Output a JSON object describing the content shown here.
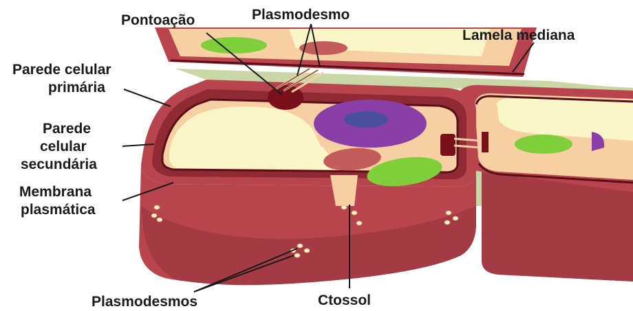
{
  "labels": {
    "pontoacao": "Pontoação",
    "plasmodesmo": "Plasmodesmo",
    "lamela_mediana": "Lamela mediana",
    "parede_primaria_1": "Parede celular",
    "parede_primaria_2": "primária",
    "parede_secundaria_1": "Parede",
    "parede_secundaria_2": "celular",
    "parede_secundaria_3": "secundária",
    "membrana_1": "Membrana",
    "membrana_2": "plasmática",
    "plasmodesmos": "Plasmodesmos",
    "citosol": "Ctossol"
  },
  "colors": {
    "wall": "#b8454e",
    "wall_dark": "#8f2a34",
    "wall_shadow": "#a43a43",
    "membrane": "#5a0f18",
    "cytosol": "#f6cfa2",
    "vacuole": "#fbf6c8",
    "nucleus": "#8a3fa6",
    "nucleolus": "#4a4fa0",
    "chloroplast": "#7fcf3a",
    "mitochondrion": "#c45c5c",
    "middle_lamella": "#c9d7a6",
    "pit": "#7a101b"
  }
}
